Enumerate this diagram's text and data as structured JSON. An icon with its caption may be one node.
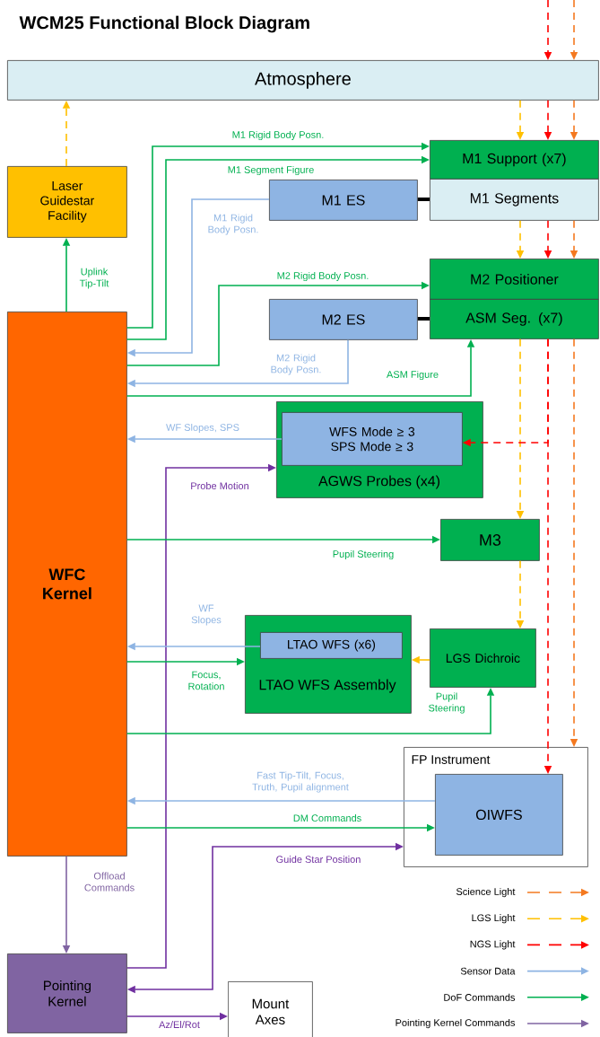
{
  "diagram": {
    "title": "WCM25 Functional Block Diagram",
    "nodes": [
      {
        "text": [
          "Atmosphere"
        ]
      },
      {
        "text": [
          "Laser Guidestar Facility"
        ]
      },
      {
        "text": [
          "M1 Support (x7)"
        ]
      },
      {
        "text": [
          "M1 Segments"
        ]
      },
      {
        "text": [
          "M1 ES"
        ]
      },
      {
        "text": [
          "M2 Positioner"
        ]
      },
      {
        "text": [
          "ASM Seg. (x7)"
        ]
      },
      {
        "text": [
          "M2 ES"
        ]
      },
      {
        "text": [
          "WFC Kernel"
        ]
      },
      {
        "text": [
          "AGWS Probes (x4)"
        ]
      },
      {
        "text": [
          "WFS Mode ≥ 3",
          "SPS Mode ≥ 3"
        ],
        "in": 9
      },
      {
        "text": [
          "M3"
        ]
      },
      {
        "text": [
          "LTAO WFS Assembly"
        ]
      },
      {
        "text": [
          "LTAO WFS (x6)"
        ],
        "in": 12
      },
      {
        "text": [
          "LGS Dichroic"
        ]
      },
      {
        "text": [
          "FP Instrument"
        ]
      },
      {
        "text": [
          "OIWFS"
        ],
        "in": 15
      },
      {
        "text": [
          "Pointing Kernel"
        ]
      },
      {
        "text": [
          "Mount Axes"
        ]
      }
    ],
    "edges": [
      {
        "from": null,
        "to": 0,
        "arrow": "to",
        "style": "dashed",
        "color": "#ff0000"
      },
      {
        "from": null,
        "to": 0,
        "arrow": "to",
        "style": "dashed",
        "color": "#f47920"
      },
      {
        "from": 0,
        "to": 2,
        "arrow": "to",
        "style": "dashed",
        "color": "#ffc000"
      },
      {
        "from": 0,
        "to": 2,
        "arrow": "to",
        "style": "dashed",
        "color": "#ff0000"
      },
      {
        "from": 0,
        "to": 2,
        "arrow": "to",
        "style": "dashed",
        "color": "#f47920"
      },
      {
        "from": 3,
        "to": 5,
        "arrow": "to",
        "style": "dashed",
        "color": "#ffc000"
      },
      {
        "from": 3,
        "to": 5,
        "arrow": "to",
        "style": "dashed",
        "color": "#ff0000"
      },
      {
        "from": 3,
        "to": 5,
        "arrow": "to",
        "style": "dashed",
        "color": "#f47920"
      },
      {
        "from": 6,
        "to": 11,
        "arrow": "to",
        "style": "dashed",
        "color": "#ffc000"
      },
      {
        "from": 6,
        "to": 10,
        "arrow": "to",
        "style": "dashed",
        "color": "#ff0000"
      },
      {
        "from": 6,
        "to": 16,
        "arrow": "to",
        "style": "dashed",
        "color": "#ff0000"
      },
      {
        "from": 6,
        "to": 15,
        "arrow": "to",
        "style": "dashed",
        "color": "#f47920"
      },
      {
        "from": 11,
        "to": 14,
        "arrow": "to",
        "style": "dashed",
        "color": "#ffc000"
      },
      {
        "from": 14,
        "to": 12,
        "arrow": "to",
        "color": "#ffc000"
      },
      {
        "from": 1,
        "to": 0,
        "arrow": "to",
        "style": "dashed",
        "color": "#ffc000"
      },
      {
        "from": 8,
        "to": 1,
        "arrow": "to",
        "label": "Uplink Tip-Tilt"
      },
      {
        "from": 8,
        "to": 2,
        "arrow": "to",
        "label": "M1 Rigid Body Posn."
      },
      {
        "from": 8,
        "to": 2,
        "arrow": "to",
        "label": "M1 Segment Figure"
      },
      {
        "from": 4,
        "to": 8,
        "arrow": "to",
        "label": "M1 Rigid Body Posn.",
        "color": "#8eb4e3"
      },
      {
        "from": 8,
        "to": 5,
        "arrow": "to",
        "label": "M2 Rigid Body Posn."
      },
      {
        "from": 7,
        "to": 8,
        "arrow": "to",
        "label": "M2 Rigid Body Posn.",
        "color": "#8eb4e3"
      },
      {
        "from": 8,
        "to": 6,
        "arrow": "to",
        "label": "ASM Figure"
      },
      {
        "from": 4,
        "to": 3,
        "arrow": "none",
        "style": "thick",
        "color": "#000000"
      },
      {
        "from": 7,
        "to": 6,
        "arrow": "none",
        "style": "thick",
        "color": "#000000"
      },
      {
        "from": 10,
        "to": 8,
        "arrow": "to",
        "label": "WF Slopes, SPS",
        "color": "#8eb4e3"
      },
      {
        "from": 17,
        "to": 9,
        "arrow": "to",
        "label": "Probe Motion",
        "color": "#7030a0"
      },
      {
        "from": 8,
        "to": 11,
        "arrow": "to",
        "label": "Pupil Steering"
      },
      {
        "from": 13,
        "to": 8,
        "arrow": "to",
        "label": "WF Slopes",
        "color": "#8eb4e3"
      },
      {
        "from": 8,
        "to": 12,
        "arrow": "to",
        "label": "Focus, Rotation"
      },
      {
        "from": 8,
        "to": 14,
        "arrow": "to",
        "label": "Pupil Steering"
      },
      {
        "from": 16,
        "to": 8,
        "arrow": "to",
        "label": "Fast Tip-Tilt, Focus, Truth, Pupil alignment",
        "color": "#8eb4e3"
      },
      {
        "from": 8,
        "to": 16,
        "arrow": "to",
        "label": "DM Commands"
      },
      {
        "from": 17,
        "to": 15,
        "arrow": "both",
        "label": "Guide Star Position",
        "color": "#7030a0"
      },
      {
        "from": 8,
        "to": 17,
        "arrow": "to",
        "label": "Offload Commands",
        "color": "#8064a2"
      },
      {
        "from": 17,
        "to": 18,
        "arrow": "to",
        "label": "Az/El/Rot",
        "color": "#7030a0"
      }
    ],
    "legend": [
      {
        "text": "Science Light"
      },
      {
        "text": "LGS Light"
      },
      {
        "text": "NGS Light"
      },
      {
        "text": "Sensor Data"
      },
      {
        "text": "DoF Commands"
      },
      {
        "text": "Pointing Kernel Commands"
      }
    ]
  }
}
